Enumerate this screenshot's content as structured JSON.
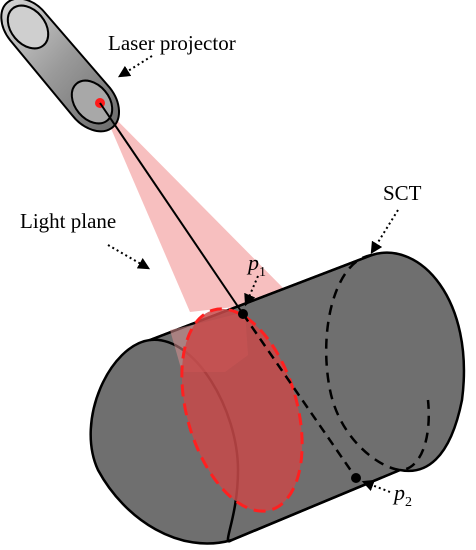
{
  "labels": {
    "laser_projector": "Laser projector",
    "light_plane": "Light plane",
    "sct": "SCT",
    "p1_base": "p",
    "p1_sub": "1",
    "p2_base": "p",
    "p2_sub": "2"
  },
  "colors": {
    "cylinder_body": "#6f6f6f",
    "cylinder_edge": "#000000",
    "light_plane": "#f4a9aa",
    "laser_dot": "#ff1a1a",
    "ellipse_fill": "#c84a4a",
    "ellipse_edge": "#ff2020",
    "projector_body": "#a8a8a8"
  }
}
